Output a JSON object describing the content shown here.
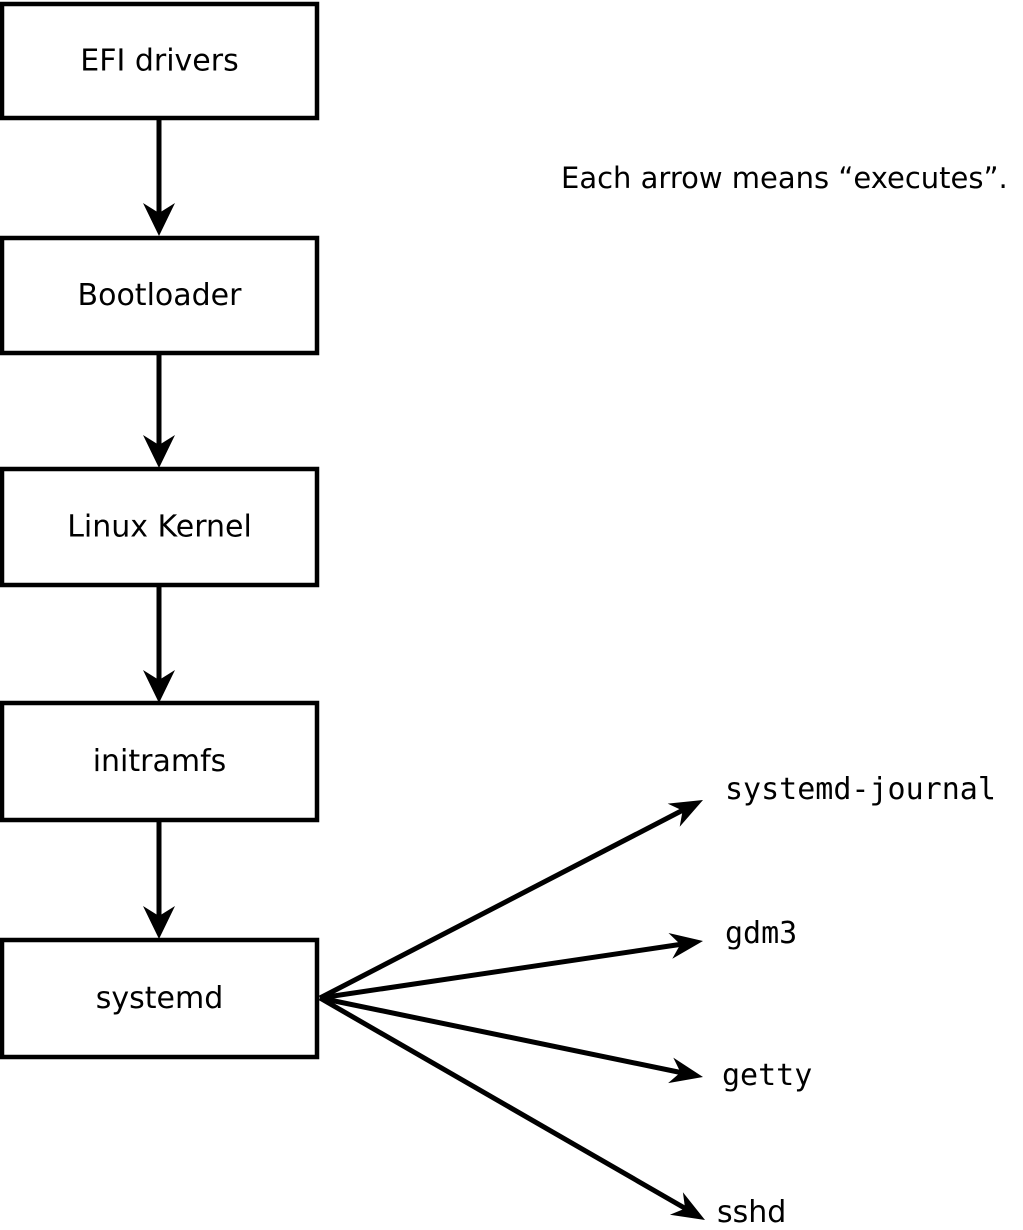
{
  "diagram": {
    "note": "Each arrow means “executes”.",
    "chain": [
      {
        "id": "efi-drivers",
        "label": "EFI drivers"
      },
      {
        "id": "bootloader",
        "label": "Bootloader"
      },
      {
        "id": "linux-kernel",
        "label": "Linux Kernel"
      },
      {
        "id": "initramfs",
        "label": "initramfs"
      },
      {
        "id": "systemd",
        "label": "systemd"
      }
    ],
    "spawned": [
      {
        "id": "systemd-journal",
        "label": "systemd-journal"
      },
      {
        "id": "gdm3",
        "label": "gdm3"
      },
      {
        "id": "getty",
        "label": "getty"
      },
      {
        "id": "sshd",
        "label": "sshd"
      }
    ],
    "edges": [
      {
        "from": "EFI drivers",
        "to": "Bootloader"
      },
      {
        "from": "Bootloader",
        "to": "Linux Kernel"
      },
      {
        "from": "Linux Kernel",
        "to": "initramfs"
      },
      {
        "from": "initramfs",
        "to": "systemd"
      },
      {
        "from": "systemd",
        "to": "systemd-journal"
      },
      {
        "from": "systemd",
        "to": "gdm3"
      },
      {
        "from": "systemd",
        "to": "getty"
      },
      {
        "from": "systemd",
        "to": "sshd"
      }
    ],
    "colors": {
      "line": "#000000",
      "text": "#000000",
      "box_fill": "#ffffff",
      "background": "#ffffff"
    }
  }
}
